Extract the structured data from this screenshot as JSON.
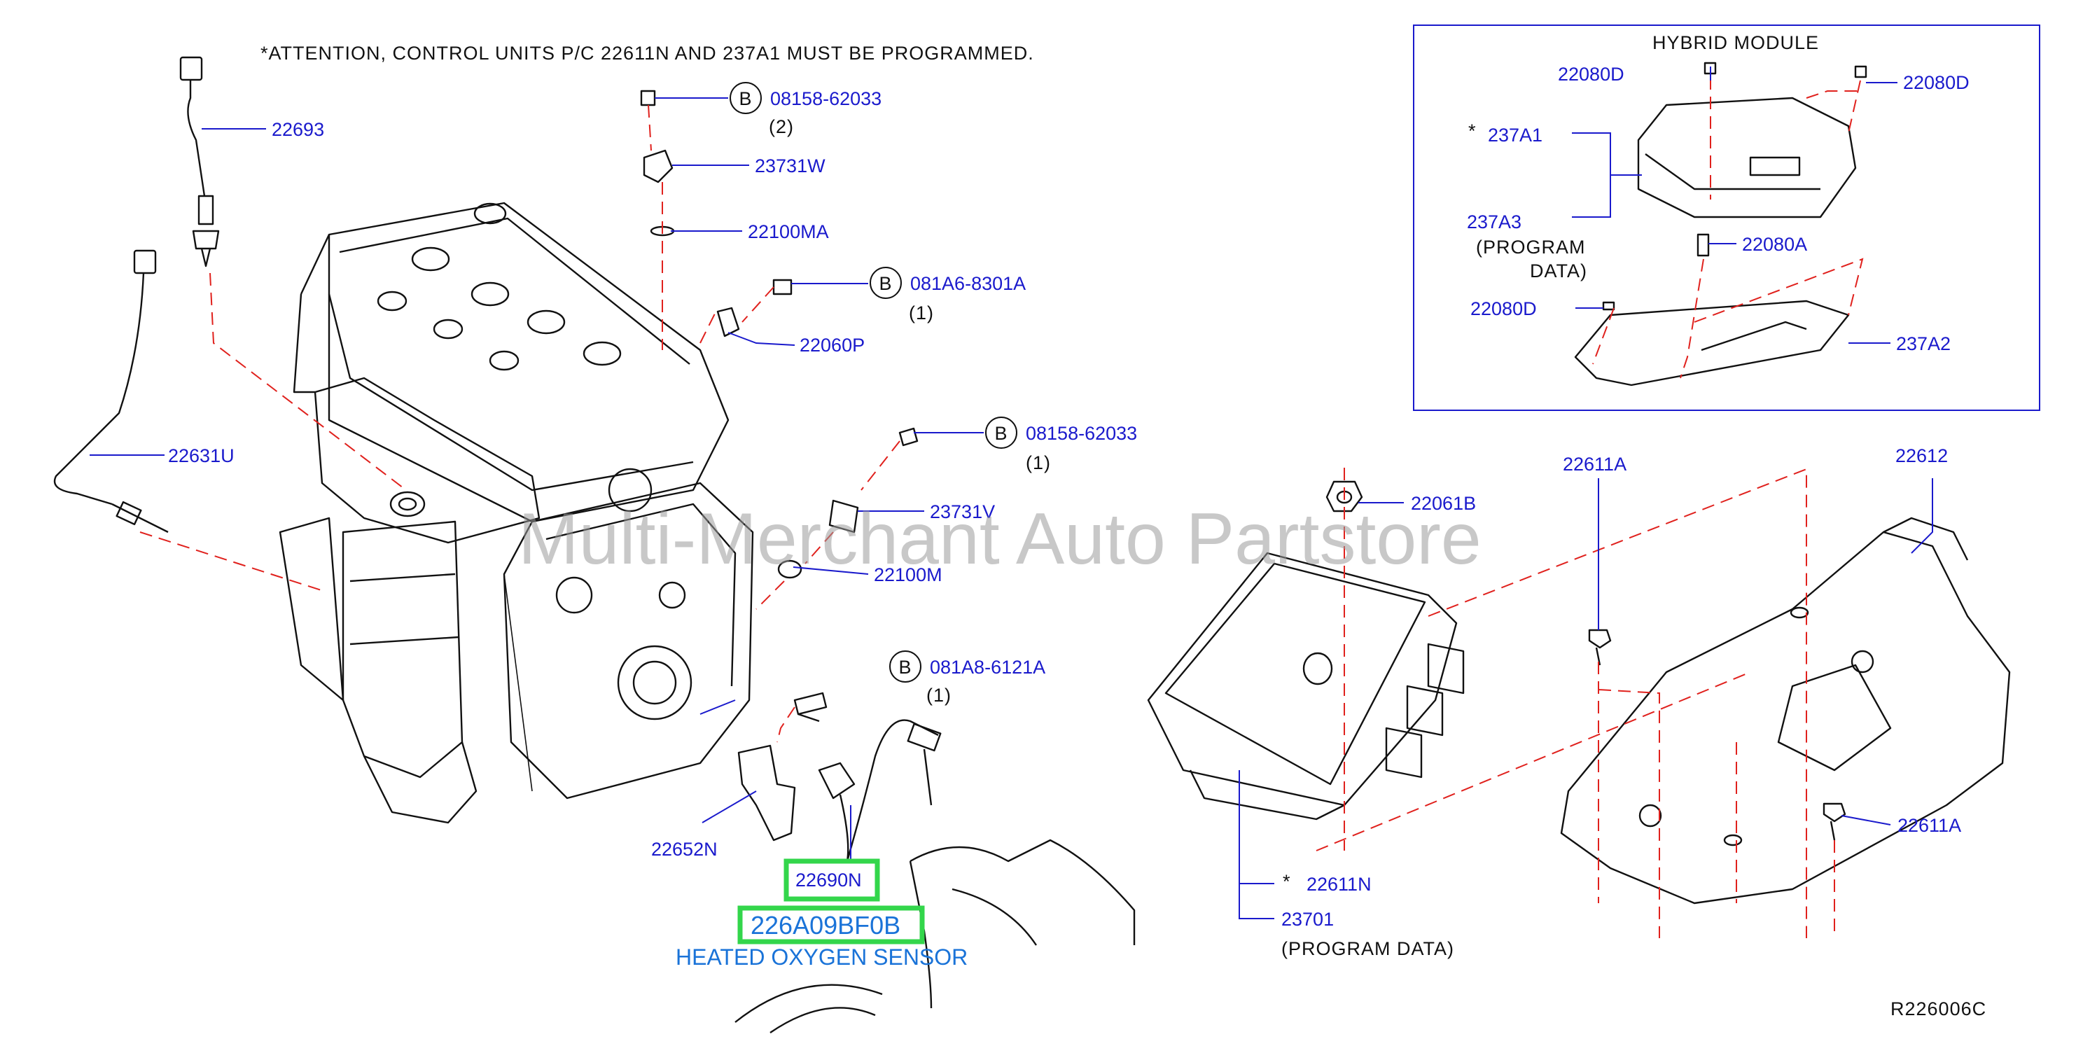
{
  "attention": "*ATTENTION,  CONTROL  UNITS  P/C  22611N  AND  237A1  MUST  BE  PROGRAMMED.",
  "watermark": "Multi-Merchant Auto Partstore",
  "diagram_code": "R226006C",
  "highlight": {
    "part_number": "226A09BF0B",
    "description": "HEATED OXYGEN SENSOR",
    "box_color": "#33d64b",
    "text_color": "#1a73d8"
  },
  "colors": {
    "label": "#1a1acc",
    "leader_dash": "#e0211d",
    "outline": "#111111"
  },
  "bolt_marker": "B",
  "labels": {
    "l22693": "22693",
    "l22631U": "22631U",
    "b1_part": "08158-62033",
    "b1_qty": "(2)",
    "l23731W": "23731W",
    "l22100MA": "22100MA",
    "b2_part": "081A6-8301A",
    "b2_qty": "(1)",
    "l22060P": "22060P",
    "b3_part": "08158-62033",
    "b3_qty": "(1)",
    "l23731V": "23731V",
    "l22100M": "22100M",
    "b4_part": "081A8-6121A",
    "b4_qty": "(1)",
    "l22652N": "22652N",
    "l22690N": "22690N",
    "l22061B": "22061B",
    "l22611A_top": "22611A",
    "l22612": "22612",
    "l22611A_right": "22611A",
    "star_22611N": "*",
    "l22611N": "22611N",
    "l23701": "23701",
    "program_data": "(PROGRAM   DATA)"
  },
  "hybrid_module": {
    "title": "HYBRID   MODULE",
    "l22080D_left": "22080D",
    "l22080D_right": "22080D",
    "star": "*",
    "l237A1": "237A1",
    "l237A3": "237A3",
    "program": "(PROGRAM",
    "data": "DATA)",
    "l22080A": "22080A",
    "l22080D_bottom": "22080D",
    "l237A2": "237A2"
  }
}
